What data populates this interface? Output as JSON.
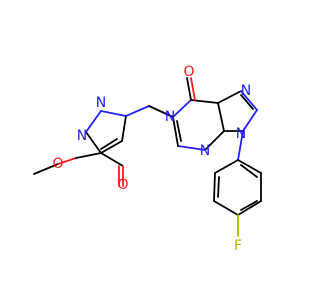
{
  "colors": {
    "background": "#ffffff",
    "carbon_bond": "#000000",
    "nitrogen": "#2020ff",
    "oxygen": "#ff1a1a",
    "fluorine": "#b5b500"
  },
  "atoms": {
    "n_pyrazole_ring_1": "N",
    "n_pyrazole_ring_2": "N",
    "o_carbonyl_ester": "O",
    "o_ester_link": "O",
    "n_core_5": "N",
    "o_core_keto": "O",
    "n_core_pyrazole_1": "N",
    "n_core_pyrazole_2": "N",
    "n_core_pyrimidine": "N",
    "f_para": "F"
  }
}
